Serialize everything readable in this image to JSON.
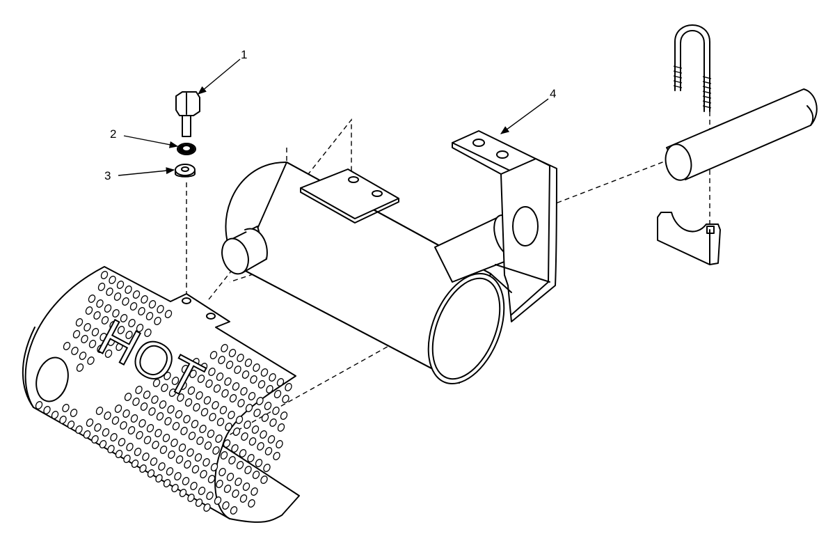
{
  "callouts": [
    {
      "id": "1",
      "label": "1"
    },
    {
      "id": "2",
      "label": "2"
    },
    {
      "id": "3",
      "label": "3"
    },
    {
      "id": "4",
      "label": "4"
    }
  ],
  "shield_text": "HOT",
  "colors": {
    "ink": "#000000",
    "background": "#ffffff"
  }
}
